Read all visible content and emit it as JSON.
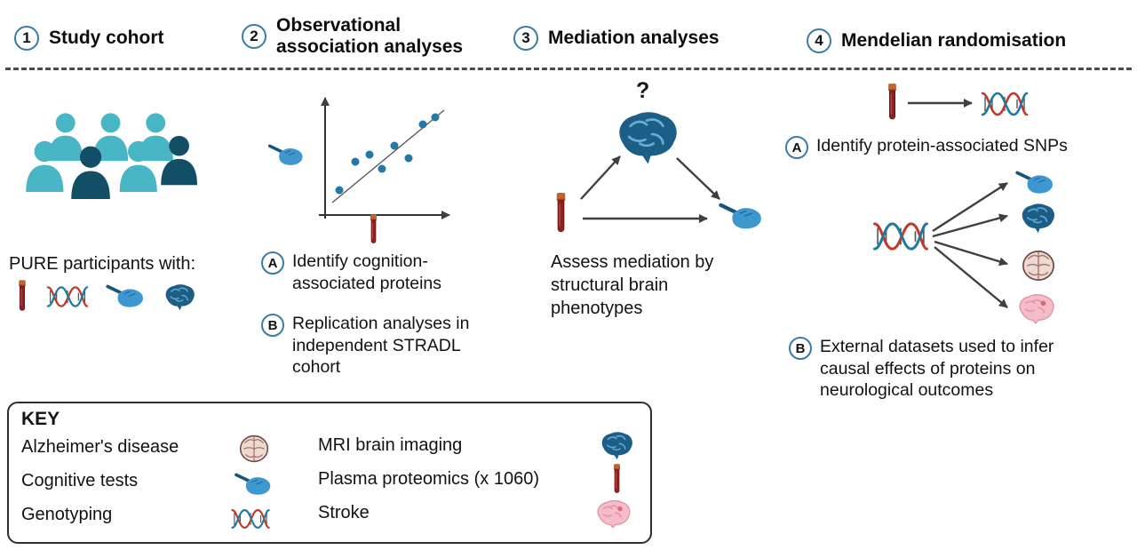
{
  "palette": {
    "accent_circle_border": "#3a7ca5",
    "people_teal": "#49b6c6",
    "people_navy": "#124e66",
    "scatter_dot": "#2478a8",
    "arrow": "#3f3f3f",
    "tube_body": "#8e2222",
    "tube_cap": "#c2622f",
    "dna_red": "#c0392b",
    "dna_blue": "#1f7a9e",
    "hand_blue": "#3f97cf",
    "brain_navy": "#1d5e86",
    "alzheimer_pink": "#efd9d3",
    "stroke_pink": "#f6bcc7"
  },
  "header": {
    "steps": [
      {
        "number": "1",
        "title": "Study cohort"
      },
      {
        "number": "2",
        "title": "Observational association analyses"
      },
      {
        "number": "3",
        "title": "Mediation analyses"
      },
      {
        "number": "4",
        "title": "Mendelian randomisation"
      }
    ]
  },
  "cohort": {
    "caption": "PURE participants with:"
  },
  "observational": {
    "item_a": {
      "label": "A",
      "text": "Identify cognition-associated proteins"
    },
    "item_b": {
      "label": "B",
      "text": "Replication analyses in independent STRADL cohort"
    }
  },
  "mediation": {
    "question_mark": "?",
    "caption": "Assess mediation by structural brain phenotypes"
  },
  "mendelian": {
    "item_a": {
      "label": "A",
      "text": "Identify protein-associated SNPs"
    },
    "item_b": {
      "label": "B",
      "text": "External datasets used to infer causal effects of proteins on neurological outcomes"
    }
  },
  "key": {
    "title": "KEY",
    "entries": [
      {
        "label": "Alzheimer's disease",
        "icon": "alzheimers-brain-icon"
      },
      {
        "label": "Cognitive tests",
        "icon": "cognitive-test-icon"
      },
      {
        "label": "Genotyping",
        "icon": "dna-icon"
      },
      {
        "label": "MRI brain imaging",
        "icon": "mri-brain-icon"
      },
      {
        "label": "Plasma proteomics (x 1060)",
        "icon": "blood-tube-icon"
      },
      {
        "label": "Stroke",
        "icon": "stroke-brain-icon"
      }
    ]
  }
}
